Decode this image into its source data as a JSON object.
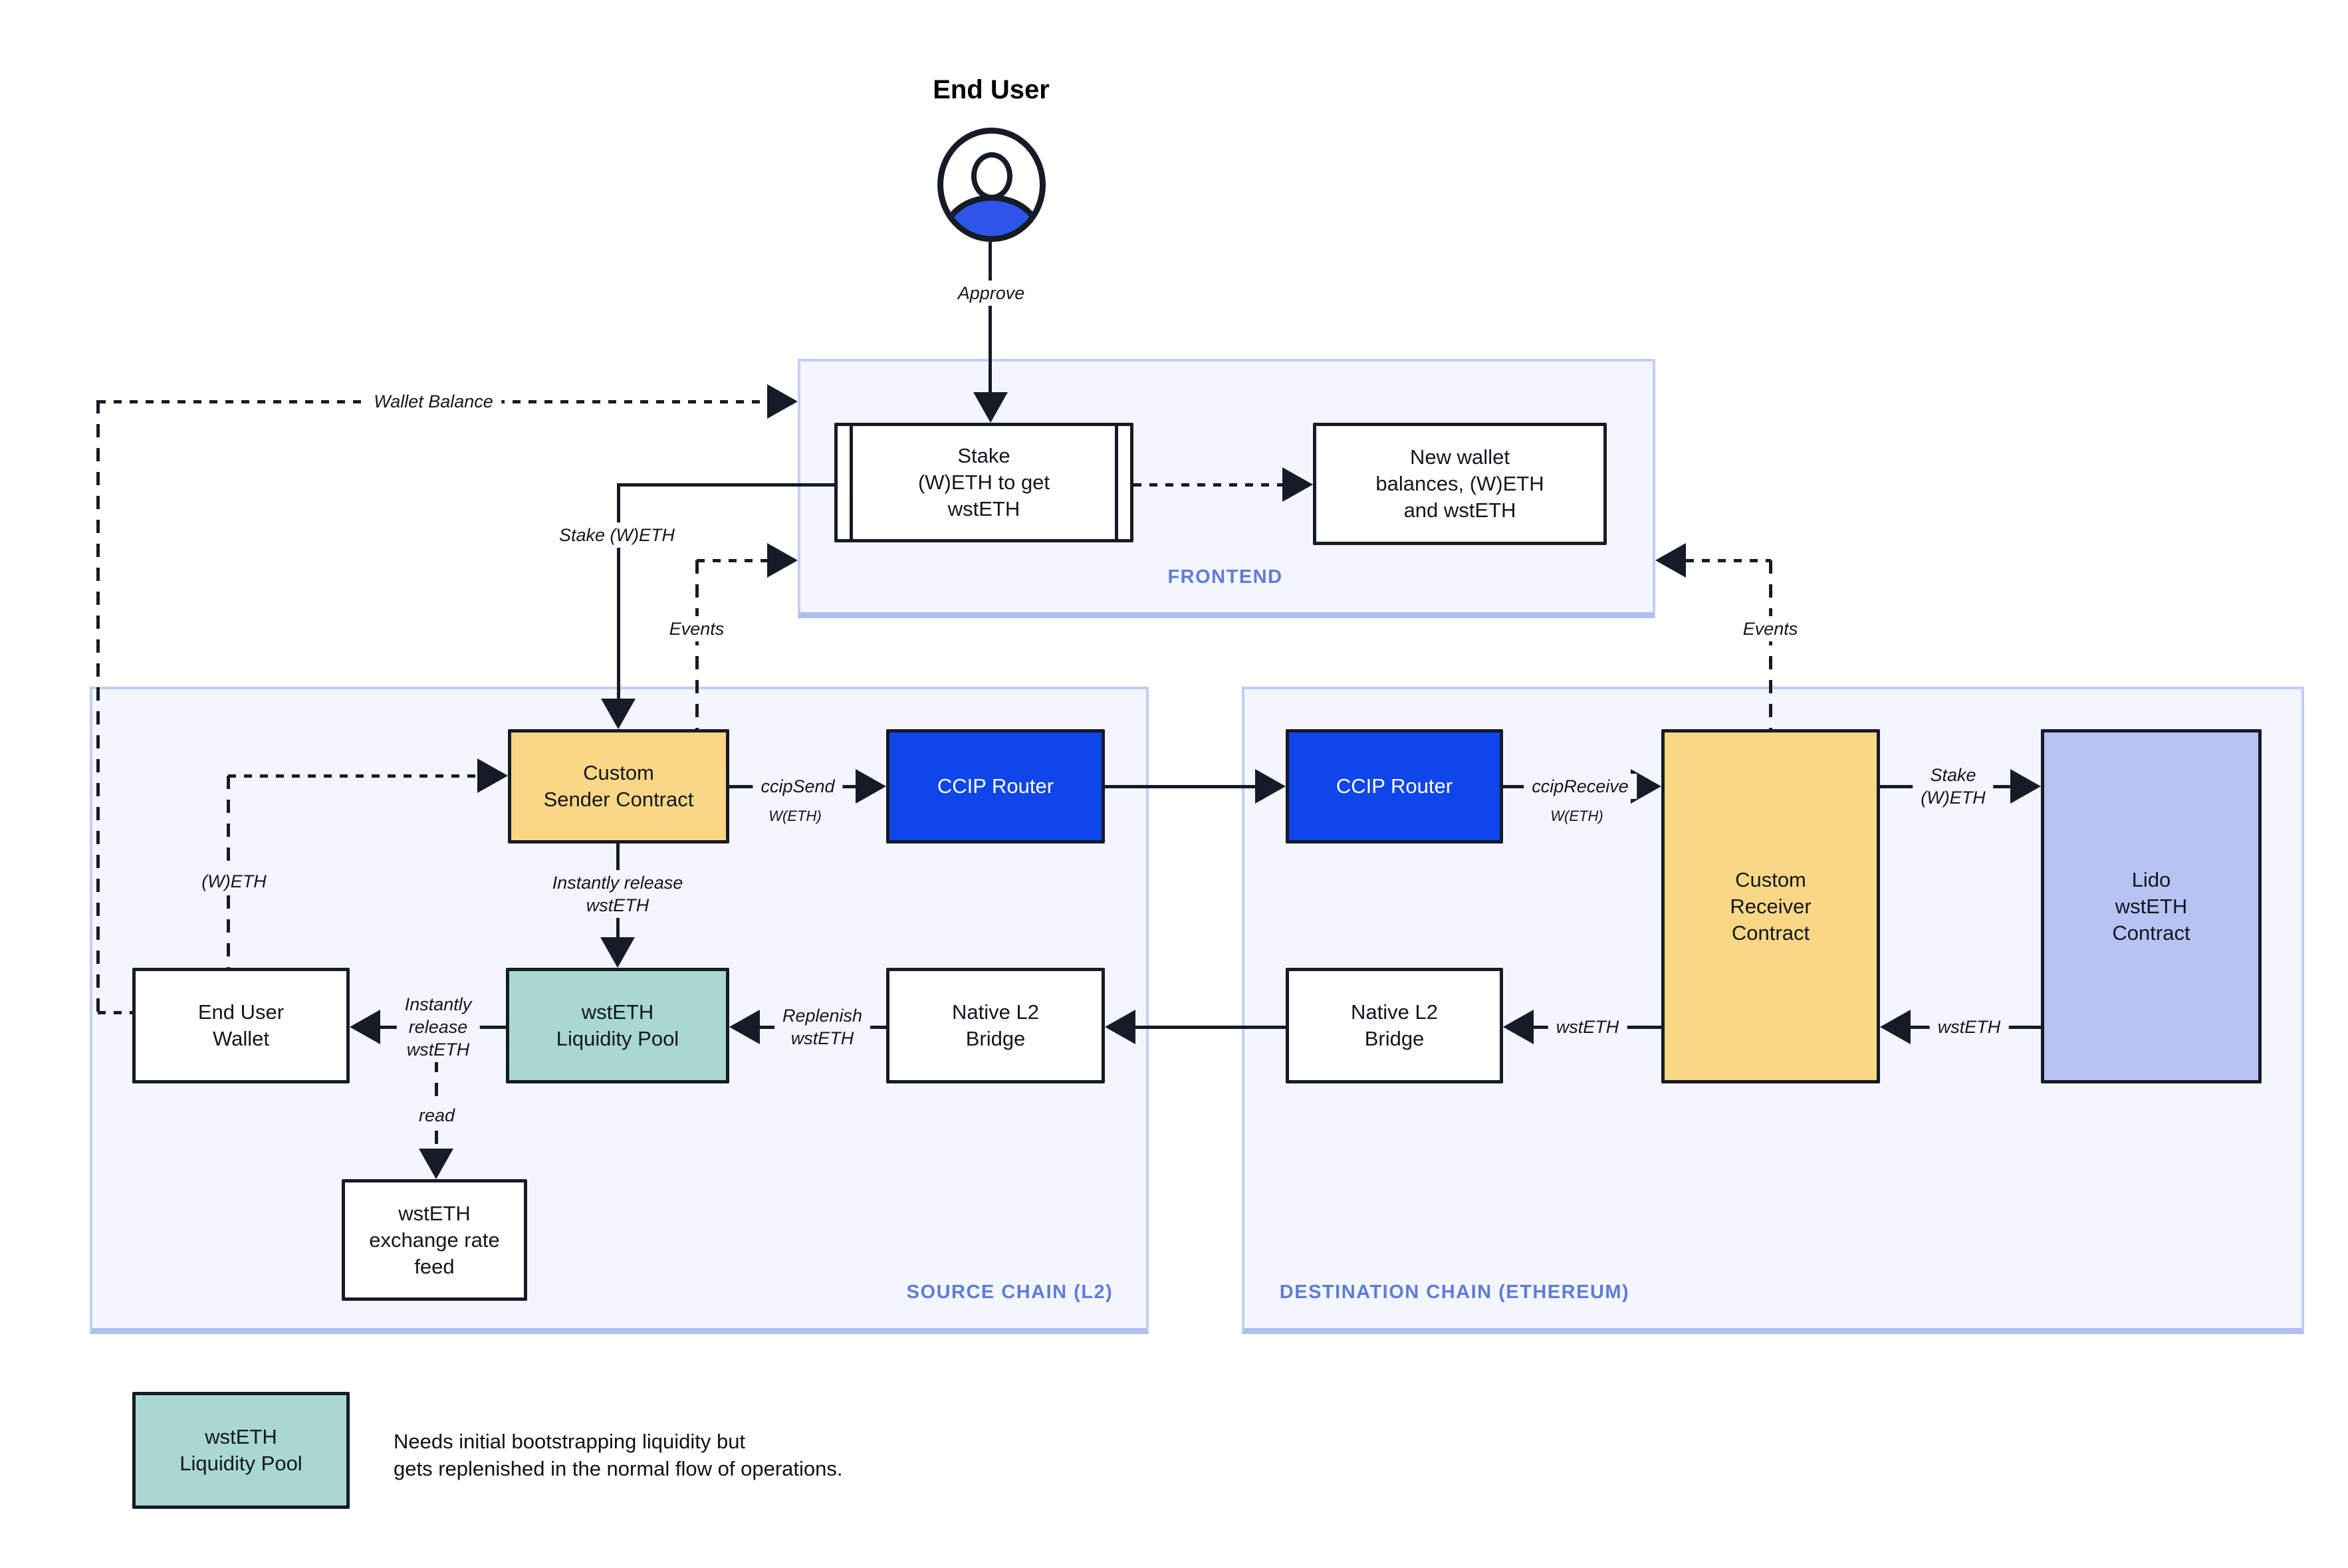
{
  "end_user": {
    "label": "End User"
  },
  "frontend": {
    "zone_label": "FRONTEND",
    "stake_widget_label": "Stake\n(W)ETH to get\nwstETH",
    "new_balances_label": "New wallet\nbalances, (W)ETH\nand wstETH"
  },
  "source_chain": {
    "zone_label": "SOURCE CHAIN (L2)",
    "custom_sender_label": "Custom\nSender Contract",
    "ccip_router_label": "CCIP Router",
    "end_user_wallet_label": "End User\nWallet",
    "liquidity_pool_label": "wstETH\nLiquidity Pool",
    "native_bridge_label": "Native L2\nBridge",
    "rate_feed_label": "wstETH\nexchange rate\nfeed"
  },
  "destination_chain": {
    "zone_label": "DESTINATION CHAIN (ETHEREUM)",
    "ccip_router_label": "CCIP Router",
    "custom_receiver_label": "Custom\nReceiver\nContract",
    "native_bridge_label": "Native L2\nBridge",
    "lido_contract_label": "Lido\nwstETH\nContract"
  },
  "edges": {
    "approve": "Approve",
    "wallet_balance": "Wallet Balance",
    "stake_weth": "Stake (W)ETH",
    "events_source": "Events",
    "events_destination": "Events",
    "ccip_send": "ccipSend",
    "ccip_send_asset": "W(ETH)",
    "ccip_receive": "ccipReceive",
    "ccip_receive_asset": "W(ETH)",
    "stake_weth_lido": "Stake\n(W)ETH",
    "wsteth_from_lido": "wstETH",
    "wsteth_to_bridge": "wstETH",
    "replenish_wsteth": "Replenish\nwstETH",
    "instantly_release_horizontal": "Instantly\nrelease\nwstETH",
    "instantly_release_vertical": "Instantly release\nwstETH",
    "weth_to_sender": "(W)ETH",
    "read": "read"
  },
  "legend": {
    "swatch_label": "wstETH\nLiquidity Pool",
    "note": "Needs initial bootstrapping liquidity but\ngets replenished in the normal flow of operations."
  },
  "colors": {
    "ink": "#161B27",
    "node_yellow": "#F9D784",
    "node_blue": "#0E46EA",
    "node_teal": "#A8D8CF",
    "node_lavender": "#B7C3F3",
    "node_white": "#FFFFFF",
    "zone_fill": "#F4F6FD",
    "zone_border": "#C3CEF4",
    "zone_border_strong": "#AFBEEF",
    "zone_label_text": "#5F7CD8",
    "avatar_blue": "#2D55EA"
  }
}
